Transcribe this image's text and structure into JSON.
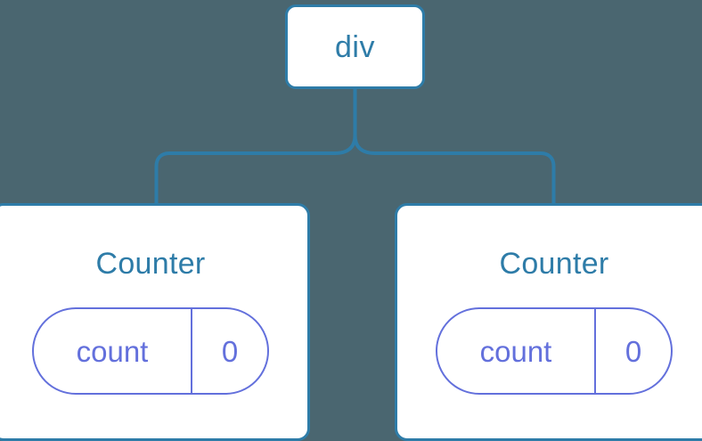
{
  "diagram": {
    "type": "component-tree",
    "background_color": "#4A6670",
    "node_border_color": "#2E7CA8",
    "node_text_color": "#2E7CA8",
    "state_accent_color": "#6370DC",
    "connector_color": "#2E7CA8"
  },
  "root": {
    "label": "div"
  },
  "children": [
    {
      "title": "Counter",
      "state": {
        "key": "count",
        "value": "0"
      }
    },
    {
      "title": "Counter",
      "state": {
        "key": "count",
        "value": "0"
      }
    }
  ]
}
